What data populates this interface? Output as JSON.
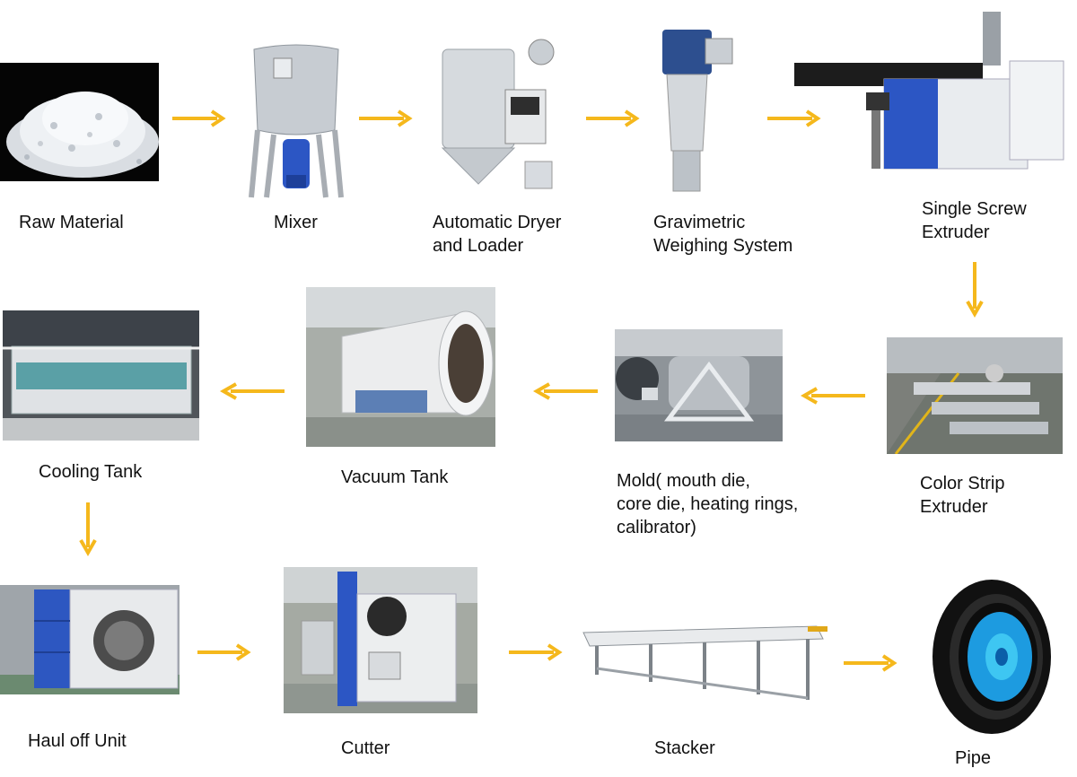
{
  "steps": {
    "raw_material": "Raw  Material",
    "mixer": "Mixer",
    "dryer": "Automatic Dryer\nand Loader",
    "gravimetric": "Gravimetric\nWeighing System",
    "extruder": "Single Screw\nExtruder",
    "color_strip": "Color Strip\nExtruder",
    "mold": "Mold( mouth die,\ncore die, heating rings,\ncalibrator)",
    "vacuum": "Vacuum Tank",
    "cooling": "Cooling Tank",
    "haul_off": "Haul off Unit",
    "cutter": "Cutter",
    "stacker": "Stacker",
    "pipe": "Pipe"
  },
  "colors": {
    "arrow": "#f5b81c",
    "steel": "#cfd4da",
    "blue": "#2c56c4",
    "dark": "#1e1e1e"
  }
}
